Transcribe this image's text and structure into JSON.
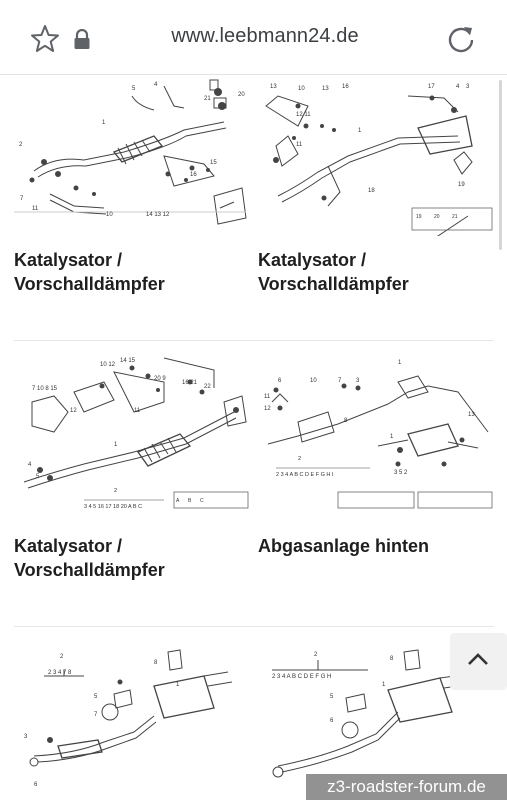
{
  "browser": {
    "url": "www.leebmann24.de"
  },
  "cards": [
    {
      "title_line1": "Katalysator /",
      "title_line2": "Vorschalldämpfer"
    },
    {
      "title_line1": "Katalysator /",
      "title_line2": "Vorschalldämpfer"
    },
    {
      "title_line1": "Katalysator /",
      "title_line2": "Vorschalldämpfer"
    },
    {
      "title_line1": "Abgasanlage hinten",
      "title_line2": ""
    }
  ],
  "diagram_labels": {
    "row3_left_series": "2 3 4 7 8",
    "row3_right_series": "2 3 4 A B C D E F G H",
    "row2_right_series": "2 3 4 A B C D E F G H I"
  },
  "watermark": "z3-roadster-forum.de",
  "icons": {
    "favorite": "star-outline-icon",
    "secure": "lock-icon",
    "reload": "reload-icon",
    "scroll_top": "chevron-up-icon"
  }
}
